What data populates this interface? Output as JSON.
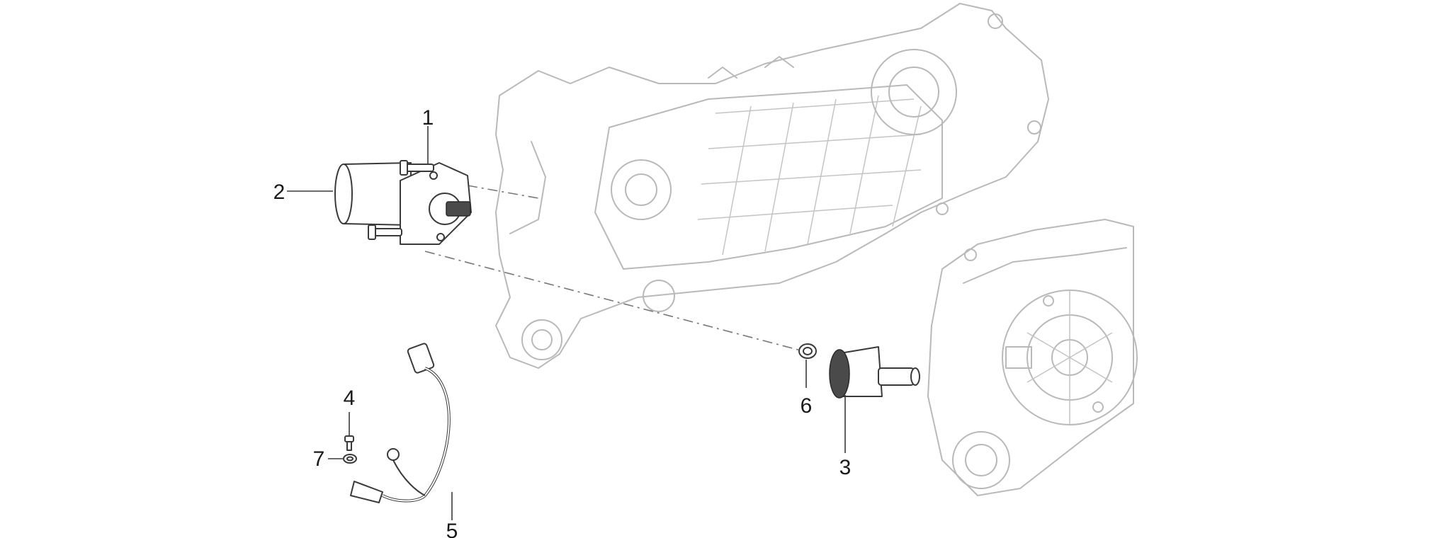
{
  "callouts": {
    "c1": "1",
    "c2": "2",
    "c3": "3",
    "c4": "4",
    "c5": "5",
    "c6": "6",
    "c7": "7"
  },
  "colors": {
    "background": "#ffffff",
    "ghost_outline": "#b9b9b9",
    "part_outline": "#3a3a3a",
    "label_text": "#1a1a1a"
  }
}
